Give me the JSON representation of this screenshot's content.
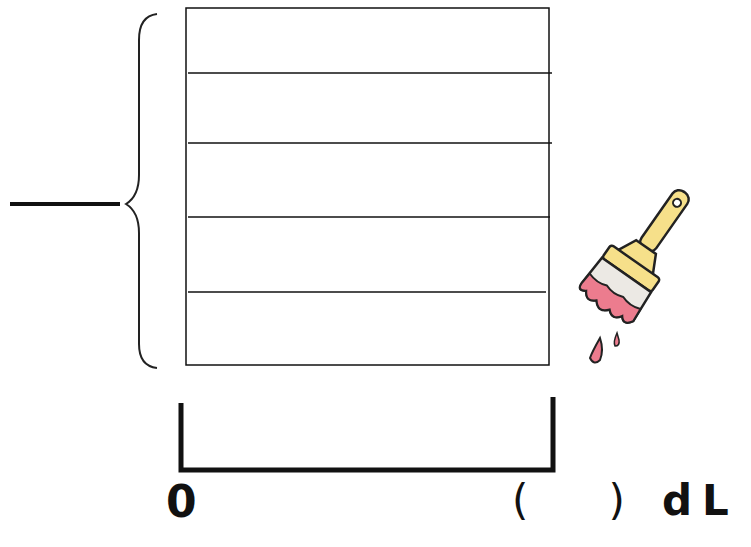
{
  "diagram": {
    "labels": [
      "0",
      "(      )",
      "dL"
    ]
  }
}
